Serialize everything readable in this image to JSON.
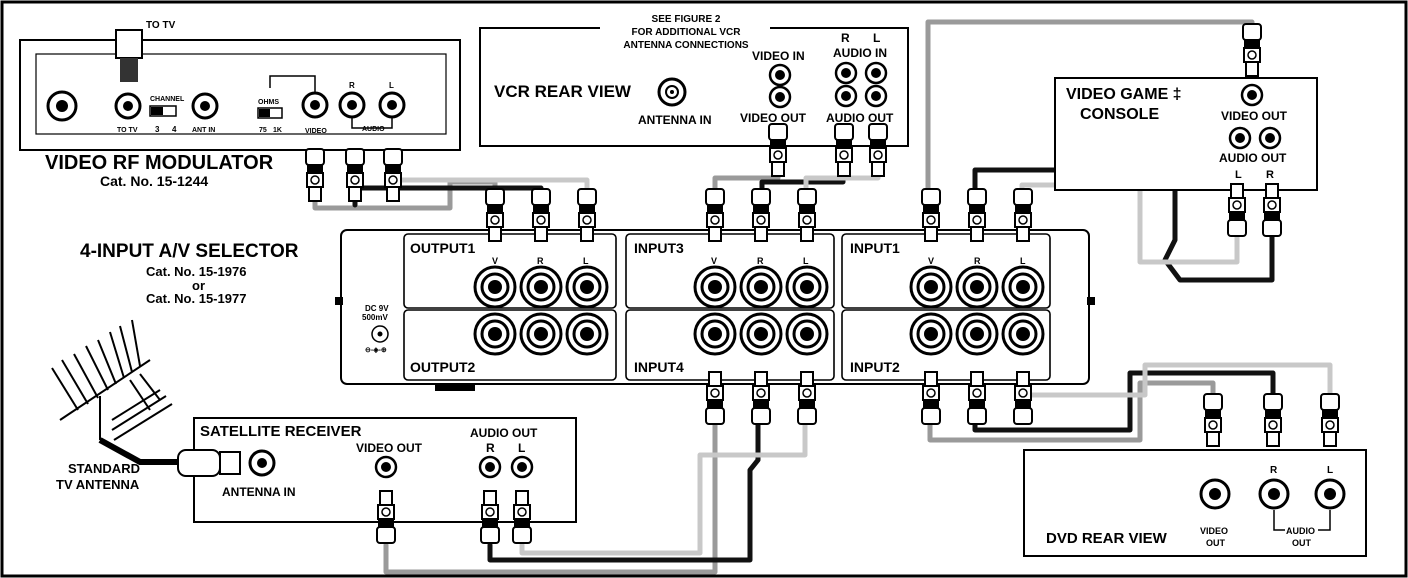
{
  "modulator": {
    "to_tv_top": "TO TV",
    "channel": "CHANNEL",
    "ch3": "3",
    "ch4": "4",
    "to_tv": "TO TV",
    "ant_in": "ANT IN",
    "ohms": "OHMS",
    "ohm75": "75",
    "ohm1k": "1K",
    "video": "VIDEO",
    "r": "R",
    "l": "L",
    "audio": "AUDIO",
    "title": "VIDEO RF MODULATOR",
    "cat": "Cat. No. 15-1244"
  },
  "vcr": {
    "note1": "SEE FIGURE 2",
    "note2": "FOR ADDITIONAL VCR",
    "note3": "ANTENNA CONNECTIONS",
    "title": "VCR REAR VIEW",
    "antenna_in": "ANTENNA IN",
    "video_in": "VIDEO IN",
    "video_out": "VIDEO OUT",
    "r": "R",
    "l": "L",
    "audio_in": "AUDIO IN",
    "audio_out": "AUDIO OUT"
  },
  "console": {
    "title1": "VIDEO GAME ‡",
    "title2": "CONSOLE",
    "video_out": "VIDEO OUT",
    "audio_out": "AUDIO OUT",
    "l": "L",
    "r": "R"
  },
  "selector": {
    "title": "4-INPUT A/V SELECTOR",
    "cat1": "Cat. No. 15-1976",
    "or": "or",
    "cat2": "Cat. No. 15-1977",
    "dc1": "DC 9V",
    "dc2": "500mV",
    "polarity": "⊖-◈-⊕",
    "output1": "OUTPUT1",
    "output2": "OUTPUT2",
    "input1": "INPUT1",
    "input2": "INPUT2",
    "input3": "INPUT3",
    "input4": "INPUT4",
    "v": "V",
    "r": "R",
    "l": "L"
  },
  "antenna": {
    "label1": "STANDARD",
    "label2": "TV ANTENNA"
  },
  "satellite": {
    "title": "SATELLITE RECEIVER",
    "antenna_in": "ANTENNA IN",
    "video_out": "VIDEO OUT",
    "audio_out": "AUDIO OUT",
    "r": "R",
    "l": "L"
  },
  "dvd": {
    "title": "DVD REAR VIEW",
    "video1": "VIDEO",
    "video2": "OUT",
    "r": "R",
    "l": "L",
    "audio1": "AUDIO",
    "audio2": "OUT"
  },
  "colors": {
    "video_cable": "#9a9a9a",
    "right_cable": "#111111",
    "left_cable": "#c8c8c8"
  }
}
